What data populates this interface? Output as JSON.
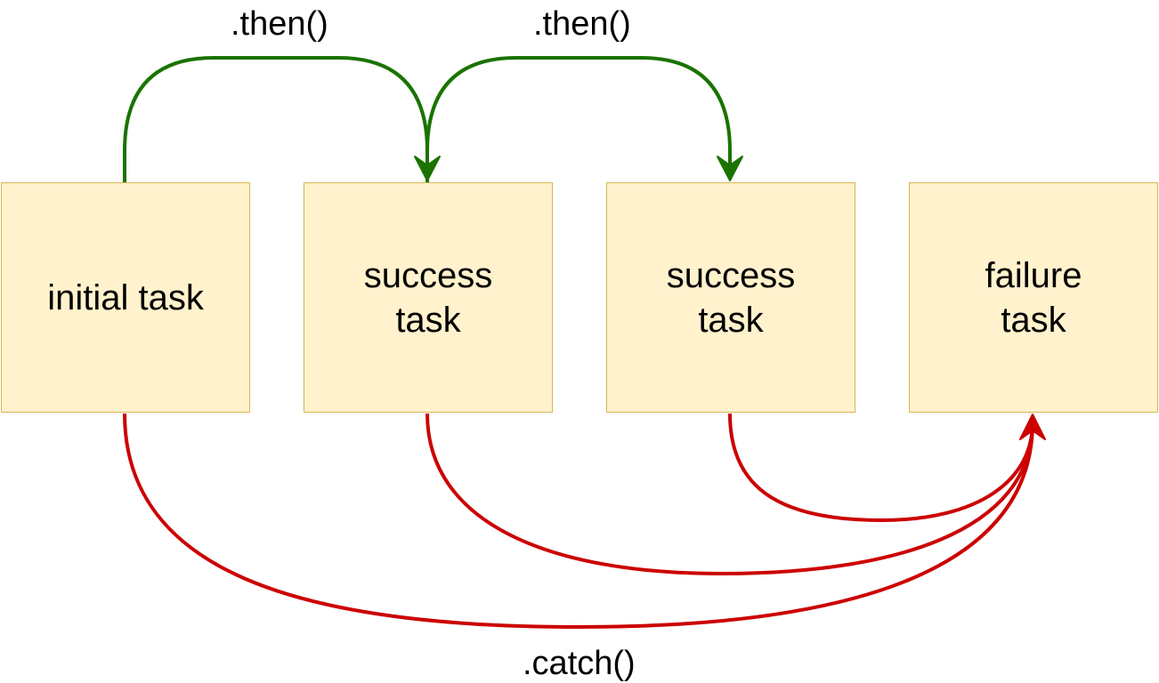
{
  "nodes": [
    {
      "id": "initial",
      "label": "initial task"
    },
    {
      "id": "success1",
      "label": "success\ntask"
    },
    {
      "id": "success2",
      "label": "success\ntask"
    },
    {
      "id": "failure",
      "label": "failure\ntask"
    }
  ],
  "edges": {
    "then_1": ".then()",
    "then_2": ".then()",
    "catch": ".catch()"
  },
  "colors": {
    "node_fill": "#fff2cc",
    "node_border": "#d6b656",
    "then_edge": "#1a7300",
    "catch_edge": "#cc0000"
  }
}
